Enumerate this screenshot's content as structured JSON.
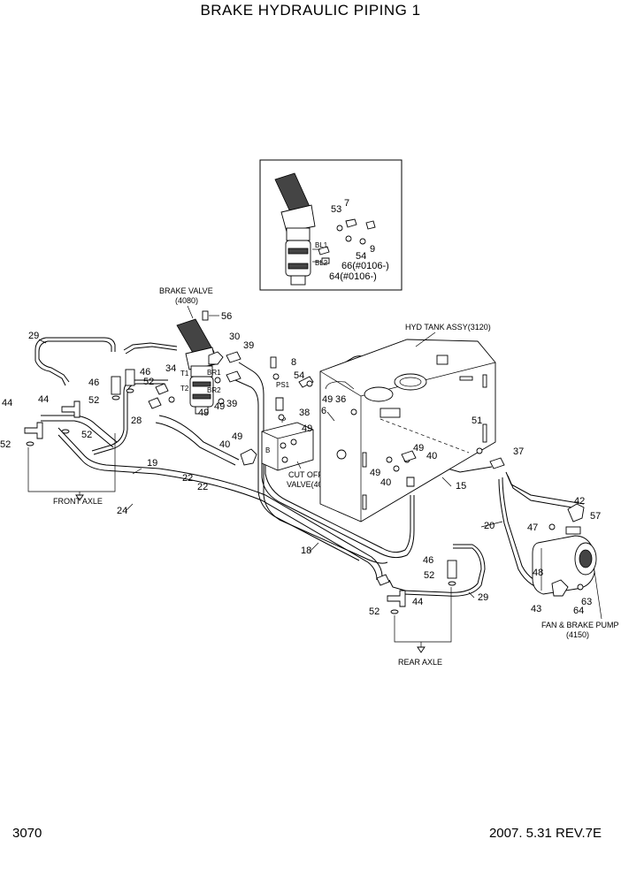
{
  "header": {
    "title": "BRAKE HYDRAULIC PIPING 1"
  },
  "footer": {
    "page_number": "3070",
    "date_rev": "2007. 5.31  REV.7E"
  },
  "callouts": {
    "c53": "53",
    "c7": "7",
    "c9": "9",
    "c54a": "54",
    "c66": "66(#0106-)",
    "c64a": "64(#0106-)",
    "c56": "56",
    "c30": "30",
    "c39a": "39",
    "c29a": "29",
    "c34": "34",
    "c46a": "46",
    "c52a": "52",
    "c46b": "46",
    "c52b": "52",
    "c8": "8",
    "c54b": "54",
    "c49a": "49",
    "c36": "36",
    "c38": "38",
    "c6": "6",
    "c49b": "49",
    "c49c": "49",
    "c39b": "39",
    "c28": "28",
    "c44a": "44",
    "c52c": "52",
    "c52d": "52",
    "c49d": "49",
    "c40a": "40",
    "c19": "19",
    "c22a": "22",
    "c22b": "22",
    "c24": "24",
    "c51": "51",
    "c37": "37",
    "c49e": "49",
    "c40b": "40",
    "c49f": "49",
    "c40c": "40",
    "c15": "15",
    "c18": "18",
    "c20": "20",
    "c42": "42",
    "c57": "57",
    "c47": "47",
    "c46c": "46",
    "c52e": "52",
    "c29b": "29",
    "c44b": "44",
    "c52f": "52",
    "c48": "48",
    "c63": "63",
    "c43": "43",
    "c64b": "64"
  },
  "labels": {
    "brake_valve": "BRAKE VALVE",
    "brake_valve_code": "(4080)",
    "hyd_tank": "HYD TANK ASSY(3120)",
    "cut_off_1": "CUT OFF",
    "cut_off_2": "VALVE(4060)",
    "front_axle": "FRONT AXLE",
    "rear_axle": "REAR AXLE",
    "pump_1": "FAN & BRAKE PUMP",
    "pump_2": "(4150)"
  },
  "port_marks": {
    "bl1": "BL1",
    "bl2": "BL2",
    "t1": "T1",
    "t2": "T2",
    "br1": "BR1",
    "br2": "BR2",
    "ps1": "PS1",
    "p": "P",
    "b": "B"
  }
}
